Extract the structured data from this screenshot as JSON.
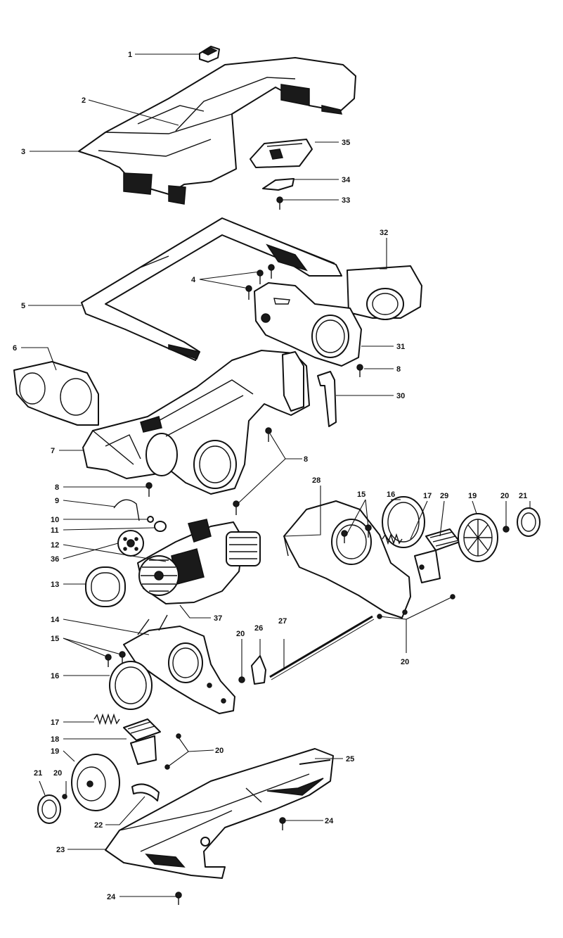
{
  "callouts": [
    {
      "id": "c1",
      "text": "1"
    },
    {
      "id": "c2",
      "text": "2"
    },
    {
      "id": "c3",
      "text": "3"
    },
    {
      "id": "c35",
      "text": "35"
    },
    {
      "id": "c34",
      "text": "34"
    },
    {
      "id": "c33",
      "text": "33"
    },
    {
      "id": "c32",
      "text": "32"
    },
    {
      "id": "c4",
      "text": "4"
    },
    {
      "id": "c5",
      "text": "5"
    },
    {
      "id": "c31",
      "text": "31"
    },
    {
      "id": "c6",
      "text": "6"
    },
    {
      "id": "c8a",
      "text": "8"
    },
    {
      "id": "c30",
      "text": "30"
    },
    {
      "id": "c7",
      "text": "7"
    },
    {
      "id": "c8b",
      "text": "8"
    },
    {
      "id": "c28",
      "text": "28"
    },
    {
      "id": "c15a",
      "text": "15"
    },
    {
      "id": "c16a",
      "text": "16"
    },
    {
      "id": "c17a",
      "text": "17"
    },
    {
      "id": "c29",
      "text": "29"
    },
    {
      "id": "c19a",
      "text": "19"
    },
    {
      "id": "c20a",
      "text": "20"
    },
    {
      "id": "c21a",
      "text": "21"
    },
    {
      "id": "c8c",
      "text": "8"
    },
    {
      "id": "c9",
      "text": "9"
    },
    {
      "id": "c10",
      "text": "10"
    },
    {
      "id": "c11",
      "text": "11"
    },
    {
      "id": "c12",
      "text": "12"
    },
    {
      "id": "c36",
      "text": "36"
    },
    {
      "id": "c13",
      "text": "13"
    },
    {
      "id": "c37",
      "text": "37"
    },
    {
      "id": "c14",
      "text": "14"
    },
    {
      "id": "c15b",
      "text": "15"
    },
    {
      "id": "c16b",
      "text": "16"
    },
    {
      "id": "c20b",
      "text": "20"
    },
    {
      "id": "c26",
      "text": "26"
    },
    {
      "id": "c27",
      "text": "27"
    },
    {
      "id": "c20c",
      "text": "20"
    },
    {
      "id": "c17b",
      "text": "17"
    },
    {
      "id": "c18",
      "text": "18"
    },
    {
      "id": "c20d",
      "text": "20"
    },
    {
      "id": "c19b",
      "text": "19"
    },
    {
      "id": "c25",
      "text": "25"
    },
    {
      "id": "c21b",
      "text": "21"
    },
    {
      "id": "c20e",
      "text": "20"
    },
    {
      "id": "c22",
      "text": "22"
    },
    {
      "id": "c24a",
      "text": "24"
    },
    {
      "id": "c23",
      "text": "23"
    },
    {
      "id": "c24b",
      "text": "24"
    }
  ]
}
